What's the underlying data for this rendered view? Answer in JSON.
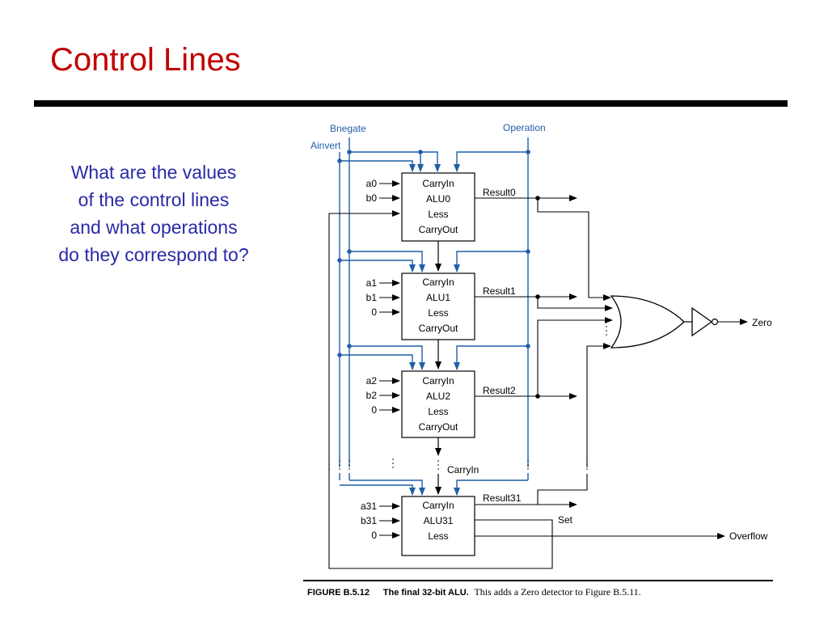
{
  "slide": {
    "title": "Control Lines",
    "question_lines": [
      "What are the values",
      "of the control lines",
      "and what operations",
      "do they correspond to?"
    ]
  },
  "diagram": {
    "control_labels": {
      "bnegate": "Bnegate",
      "ainvert": "Ainvert",
      "operation": "Operation"
    },
    "alus": [
      {
        "inputs": [
          "a0",
          "b0",
          ""
        ],
        "lines": [
          "CarryIn",
          "ALU0",
          "Less",
          "CarryOut"
        ],
        "result": "Result0"
      },
      {
        "inputs": [
          "a1",
          "b1",
          "0"
        ],
        "lines": [
          "CarryIn",
          "ALU1",
          "Less",
          "CarryOut"
        ],
        "result": "Result1"
      },
      {
        "inputs": [
          "a2",
          "b2",
          "0"
        ],
        "lines": [
          "CarryIn",
          "ALU2",
          "Less",
          "CarryOut"
        ],
        "result": "Result2"
      },
      {
        "inputs": [
          "a31",
          "b31",
          "0"
        ],
        "lines": [
          "CarryIn",
          "ALU31",
          "Less"
        ],
        "result": "Result31"
      }
    ],
    "carryin_label": "CarryIn",
    "set_label": "Set",
    "overflow_label": "Overflow",
    "zero_label": "Zero",
    "caption": {
      "figure_label": "FIGURE B.5.12",
      "bold_text": "The final 32-bit ALU.",
      "text": "This adds a Zero detector to Figure B.5.11."
    },
    "colors": {
      "control": "#1f5fa8",
      "wire": "#000000",
      "title": "#c00000",
      "question": "#2a2aa8"
    }
  }
}
